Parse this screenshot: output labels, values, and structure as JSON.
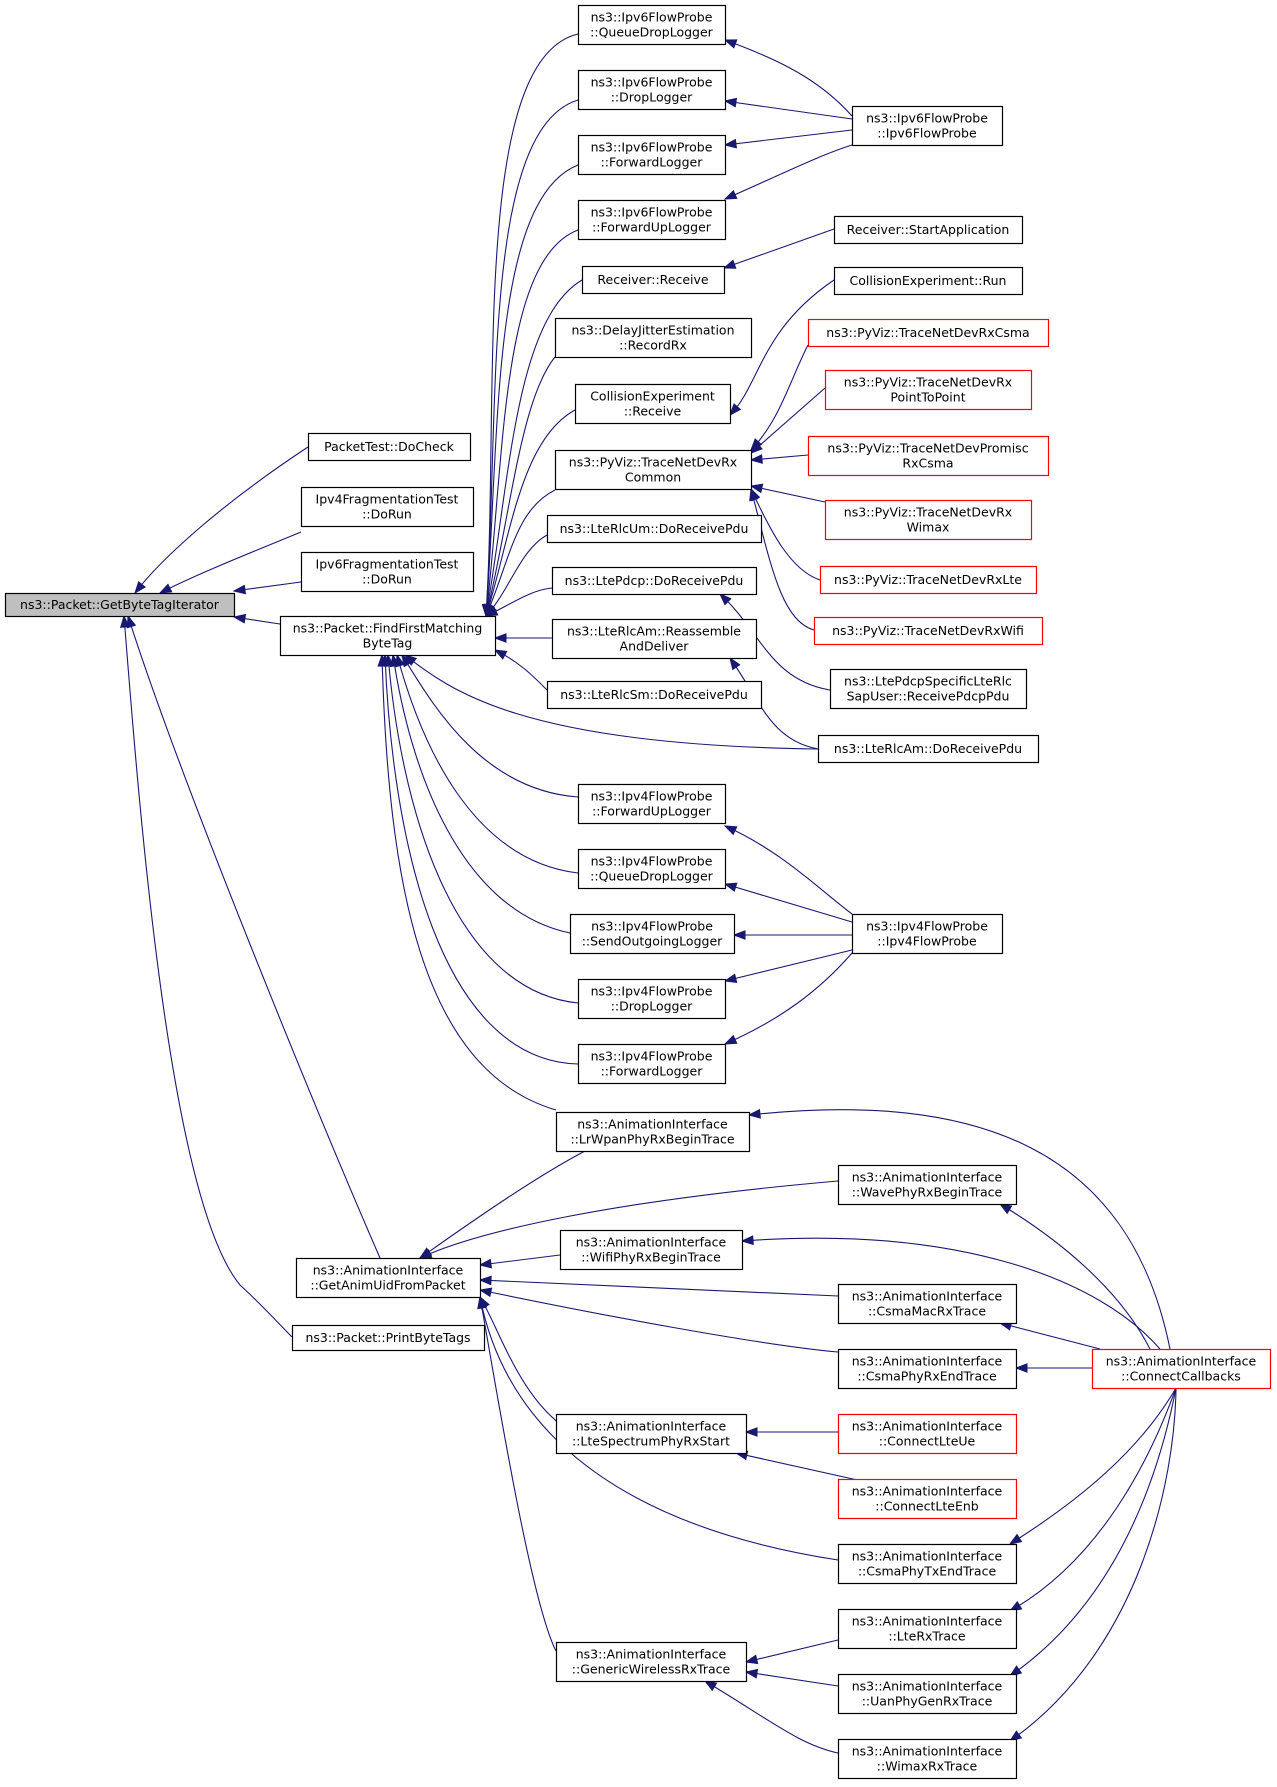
{
  "colors": {
    "edge": "#191970",
    "node_border": "#000000",
    "truncated_border": "#ff0000",
    "root_fill": "#bfbfbf"
  },
  "nodes": {
    "n0": {
      "lines": [
        "ns3::Packet::GetByteTagIterator"
      ],
      "style": "root"
    },
    "n1": {
      "lines": [
        "PacketTest::DoCheck"
      ]
    },
    "n2": {
      "lines": [
        "Ipv4FragmentationTest",
        "::DoRun"
      ]
    },
    "n3": {
      "lines": [
        "Ipv6FragmentationTest",
        "::DoRun"
      ]
    },
    "n4": {
      "lines": [
        "ns3::Packet::FindFirstMatching",
        "ByteTag"
      ]
    },
    "n5": {
      "lines": [
        "ns3::AnimationInterface",
        "::GetAnimUidFromPacket"
      ]
    },
    "n6": {
      "lines": [
        "ns3::Packet::PrintByteTags"
      ]
    },
    "n7": {
      "lines": [
        "ns3::Ipv6FlowProbe",
        "::QueueDropLogger"
      ]
    },
    "n8": {
      "lines": [
        "ns3::Ipv6FlowProbe",
        "::DropLogger"
      ]
    },
    "n9": {
      "lines": [
        "ns3::Ipv6FlowProbe",
        "::ForwardLogger"
      ]
    },
    "n10": {
      "lines": [
        "ns3::Ipv6FlowProbe",
        "::ForwardUpLogger"
      ]
    },
    "n11": {
      "lines": [
        "Receiver::Receive"
      ]
    },
    "n12": {
      "lines": [
        "ns3::DelayJitterEstimation",
        "::RecordRx"
      ]
    },
    "n13": {
      "lines": [
        "CollisionExperiment",
        "::Receive"
      ]
    },
    "n14": {
      "lines": [
        "ns3::PyViz::TraceNetDevRx",
        "Common"
      ]
    },
    "n15": {
      "lines": [
        "ns3::LteRlcUm::DoReceivePdu"
      ]
    },
    "n16": {
      "lines": [
        "ns3::LtePdcp::DoReceivePdu"
      ]
    },
    "n17": {
      "lines": [
        "ns3::LteRlcAm::Reassemble",
        "AndDeliver"
      ]
    },
    "n18": {
      "lines": [
        "ns3::LteRlcSm::DoReceivePdu"
      ]
    },
    "n19": {
      "lines": [
        "ns3::Ipv4FlowProbe",
        "::ForwardUpLogger"
      ]
    },
    "n20": {
      "lines": [
        "ns3::Ipv4FlowProbe",
        "::QueueDropLogger"
      ]
    },
    "n21": {
      "lines": [
        "ns3::Ipv4FlowProbe",
        "::SendOutgoingLogger"
      ]
    },
    "n22": {
      "lines": [
        "ns3::Ipv4FlowProbe",
        "::DropLogger"
      ]
    },
    "n23": {
      "lines": [
        "ns3::Ipv4FlowProbe",
        "::ForwardLogger"
      ]
    },
    "n24": {
      "lines": [
        "ns3::AnimationInterface",
        "::LrWpanPhyRxBeginTrace"
      ]
    },
    "n25": {
      "lines": [
        "ns3::Ipv6FlowProbe",
        "::Ipv6FlowProbe"
      ]
    },
    "n26": {
      "lines": [
        "Receiver::StartApplication"
      ]
    },
    "n27": {
      "lines": [
        "CollisionExperiment::Run"
      ]
    },
    "n28": {
      "lines": [
        "ns3::PyViz::TraceNetDevRxCsma"
      ],
      "style": "red"
    },
    "n29": {
      "lines": [
        "ns3::PyViz::TraceNetDevRx",
        "PointToPoint"
      ],
      "style": "red"
    },
    "n30": {
      "lines": [
        "ns3::PyViz::TraceNetDevPromisc",
        "RxCsma"
      ],
      "style": "red"
    },
    "n31": {
      "lines": [
        "ns3::PyViz::TraceNetDevRx",
        "Wimax"
      ],
      "style": "red"
    },
    "n32": {
      "lines": [
        "ns3::PyViz::TraceNetDevRxLte"
      ],
      "style": "red"
    },
    "n33": {
      "lines": [
        "ns3::PyViz::TraceNetDevRxWifi"
      ],
      "style": "red"
    },
    "n34": {
      "lines": [
        "ns3::LtePdcpSpecificLteRlc",
        "SapUser::ReceivePdcpPdu"
      ]
    },
    "n35": {
      "lines": [
        "ns3::LteRlcAm::DoReceivePdu"
      ]
    },
    "n36": {
      "lines": [
        "ns3::Ipv4FlowProbe",
        "::Ipv4FlowProbe"
      ]
    },
    "n37": {
      "lines": [
        "ns3::AnimationInterface",
        "::WavePhyRxBeginTrace"
      ]
    },
    "n38": {
      "lines": [
        "ns3::AnimationInterface",
        "::WifiPhyRxBeginTrace"
      ]
    },
    "n39": {
      "lines": [
        "ns3::AnimationInterface",
        "::CsmaMacRxTrace"
      ]
    },
    "n40": {
      "lines": [
        "ns3::AnimationInterface",
        "::CsmaPhyRxEndTrace"
      ]
    },
    "n41": {
      "lines": [
        "ns3::AnimationInterface",
        "::LteSpectrumPhyRxStart"
      ]
    },
    "n42": {
      "lines": [
        "ns3::AnimationInterface",
        "::CsmaPhyTxEndTrace"
      ]
    },
    "n43": {
      "lines": [
        "ns3::AnimationInterface",
        "::GenericWirelessRxTrace"
      ]
    },
    "n44": {
      "lines": [
        "ns3::AnimationInterface",
        "::ConnectCallbacks"
      ],
      "style": "red"
    },
    "n45": {
      "lines": [
        "ns3::AnimationInterface",
        "::ConnectLteUe"
      ],
      "style": "red"
    },
    "n46": {
      "lines": [
        "ns3::AnimationInterface",
        "::ConnectLteEnb"
      ],
      "style": "red"
    },
    "n47": {
      "lines": [
        "ns3::AnimationInterface",
        "::LteRxTrace"
      ]
    },
    "n48": {
      "lines": [
        "ns3::AnimationInterface",
        "::UanPhyGenRxTrace"
      ]
    },
    "n49": {
      "lines": [
        "ns3::AnimationInterface",
        "::WimaxRxTrace"
      ]
    }
  }
}
